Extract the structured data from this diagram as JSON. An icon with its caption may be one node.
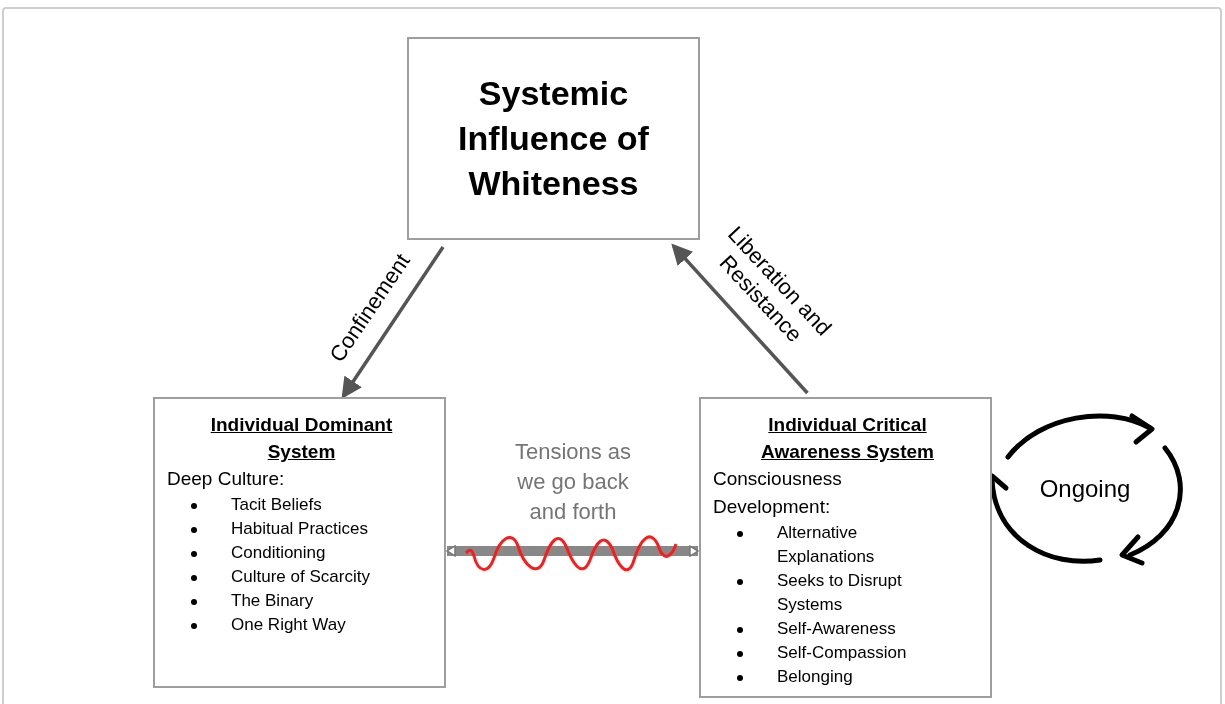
{
  "diagram": {
    "nodes": [
      {
        "text": [
          "Systemic Influence of Whiteness"
        ]
      },
      {
        "text": [
          "Individual Dominant System",
          "Deep Culture:",
          "Tacit Beliefs",
          "Habitual Practices",
          "Conditioning",
          "Culture of Scarcity",
          "The Binary",
          "One Right Way"
        ]
      },
      {
        "text": [
          "Individual Critical Awareness System",
          "Consciousness Development:",
          "Alternative Explanations",
          "Seeks to Disrupt Systems",
          "Self-Awareness",
          "Self-Compassion",
          "Belonging"
        ]
      }
    ],
    "edges": [
      {
        "from": 0,
        "to": 1,
        "arrow": "to",
        "label": "Confinement"
      },
      {
        "from": 2,
        "to": 0,
        "arrow": "to",
        "label": "Liberation and Resistance"
      },
      {
        "from": 1,
        "to": 2,
        "arrow": "both",
        "label": "Tensions as we go back and forth",
        "style": "thick"
      }
    ],
    "labels": [
      "Ongoing"
    ]
  }
}
